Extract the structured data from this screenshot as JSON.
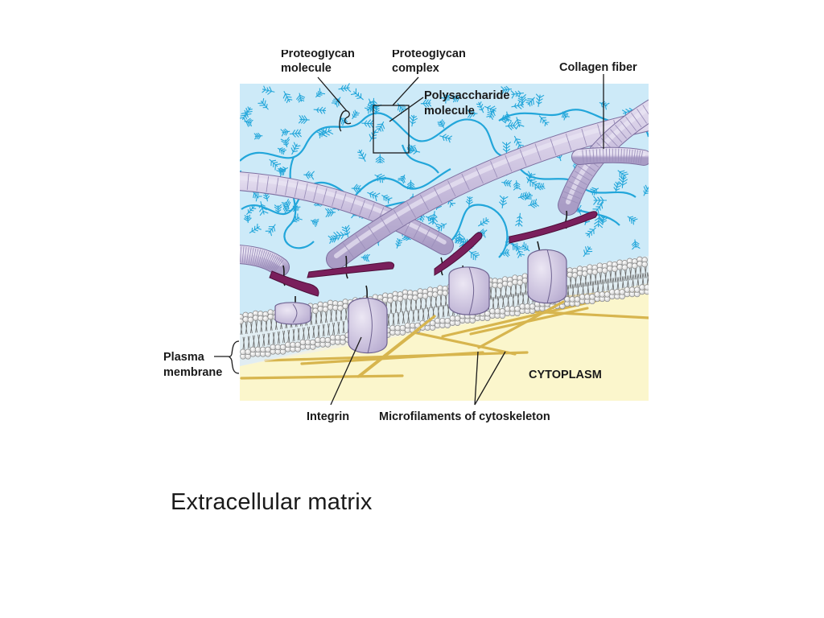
{
  "labels": {
    "proteoglycan_molecule_1": "Proteoglycan",
    "proteoglycan_molecule_2": "molecule",
    "proteoglycan_complex_1": "Proteoglycan",
    "proteoglycan_complex_2": "complex",
    "polysaccharide_1": "Polysaccharide",
    "polysaccharide_2": "molecule",
    "collagen_fiber": "Collagen fiber",
    "plasma_membrane_1": "Plasma",
    "plasma_membrane_2": "membrane",
    "cytoplasm": "CYTOPLASM",
    "integrin": "Integrin",
    "microfilaments": "Microfilaments of cytoskeleton"
  },
  "caption": "Extracellular matrix",
  "colors": {
    "extracellular_bg": "#cdeaf8",
    "cytoplasm_bg": "#fbf6cc",
    "proteoglycan": "#22a6da",
    "collagen": "#c8bedc",
    "fibronectin": "#7a1f5c",
    "integrin": "#d7d0e6",
    "microfilament": "#e0c15c",
    "phospholipid_head": "#f4f4f4"
  }
}
